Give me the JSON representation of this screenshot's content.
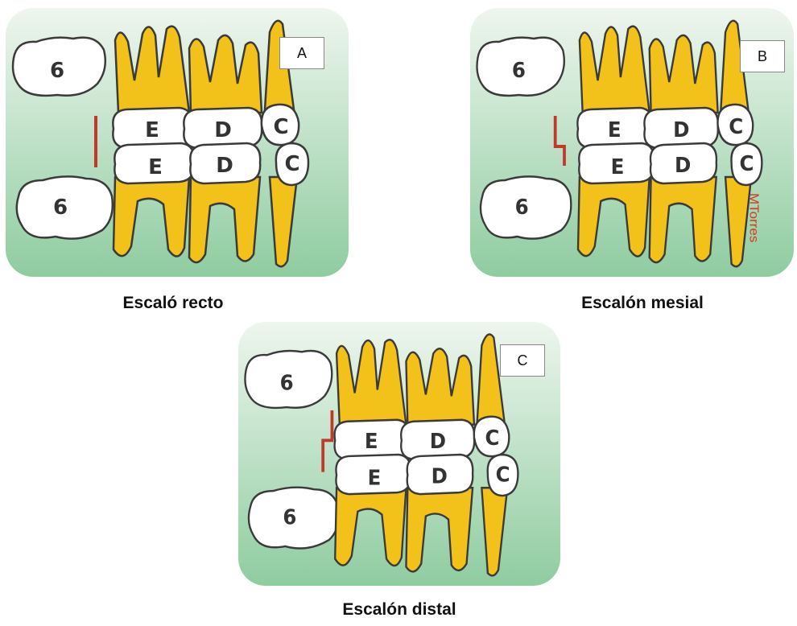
{
  "colors": {
    "background_start": "#eef6ee",
    "background_end": "#8fcca0",
    "tooth_gold": "#f2c11a",
    "tooth_gold_dark": "#c98f07",
    "crown_white": "#ffffff",
    "outline": "#3a3a3a",
    "step_line": "#c0392b"
  },
  "panels": [
    {
      "tag": "A",
      "caption": "Escaló recto",
      "step_type": "straight",
      "labels": {
        "molar_upper": "6",
        "molar_lower": "6",
        "e_upper": "E",
        "e_lower": "E",
        "d_upper": "D",
        "d_lower": "D",
        "c_upper": "C",
        "c_lower": "C"
      },
      "signature": ""
    },
    {
      "tag": "B",
      "caption": "Escalón mesial",
      "step_type": "mesial",
      "labels": {
        "molar_upper": "6",
        "molar_lower": "6",
        "e_upper": "E",
        "e_lower": "E",
        "d_upper": "D",
        "d_lower": "D",
        "c_upper": "C",
        "c_lower": "C"
      },
      "signature": "MTorres"
    },
    {
      "tag": "C",
      "caption": "Escalón distal",
      "step_type": "distal",
      "labels": {
        "molar_upper": "6",
        "molar_lower": "6",
        "e_upper": "E",
        "e_lower": "E",
        "d_upper": "D",
        "d_lower": "D",
        "c_upper": "C",
        "c_lower": "C"
      },
      "signature": ""
    }
  ]
}
